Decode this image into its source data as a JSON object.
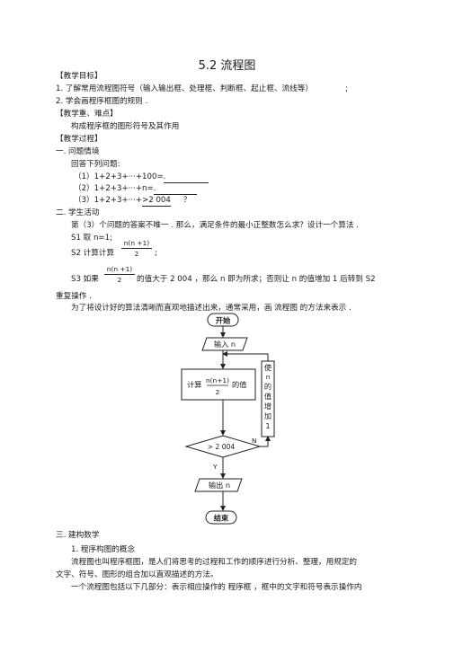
{
  "title": "5.2  流程图",
  "section_goal": "【教学目标】",
  "goals": [
    "1.  了解常用流程图符号（输入输出框、处理框、判断框、起止框、流线等）",
    "2.  学会画程序框图的规则      ."
  ],
  "goal_end": ";",
  "section_key": "【教学重、难点】",
  "key_text": "构成程序框的图形符号及其作用",
  "section_process": "【教学过程】",
  "part1": "一. 问题情境",
  "part1_intro": "回答下列问题:",
  "q1": "（1）1+2+3+···+100=",
  "q1_blank": "    .    ",
  "q2": "（2）1+2+3+···+n=",
  "q2_blank": "    .    ",
  "q3_pre": "（3）1+2+3+···+",
  "q3_blank": "   >2 004   ",
  "q3_end": "？",
  "part2": "二. 学生活动",
  "activity_text": "第（3）个问题的答案不唯一  . 那么，满足条件的最小正整数怎么求？设计一个算法      .",
  "s1": "S1  取 n=1;",
  "s2_pre": "S2  计算计算",
  "frac_num": "n(n  +1)",
  "frac_den": "2",
  "s2_end": ";",
  "s3_pre": "S3   如果",
  "s3_post": "的值大于   2 004 ，那么   n 即为所求；否则让     n 的值增加   1 后转到   S2",
  "s3_cont": "重复操作 .",
  "flow_intro": "为了将设计好的算法清晰而直观地描述出来，通常采用，画           流程图 的方法来表示   .",
  "flowchart": {
    "start": "开始",
    "input": "输入 n",
    "calc_pre": "计算",
    "calc_num": "n(n+1)",
    "calc_den": "2",
    "calc_post": "的值",
    "side_label": [
      "使",
      "n",
      "的",
      "值",
      "增",
      "加",
      "1"
    ],
    "decision": "> 2 004",
    "yes": "Y",
    "no": "N",
    "output": "输出 n",
    "end": "结束"
  },
  "part3": "三. 建构数学",
  "point1": "1. 程序构图的概念",
  "para1a": "流程图也叫程序框图，是人们将思考的过程和工作的顺序进行分析、整理，用规定的",
  "para1b": "文字、符号、图形的组合加以直观描述的方法。",
  "para2": "一个流程图包括以下几部分：表示相应操作的       程序框  ，框中的文字和符号表示操作内"
}
